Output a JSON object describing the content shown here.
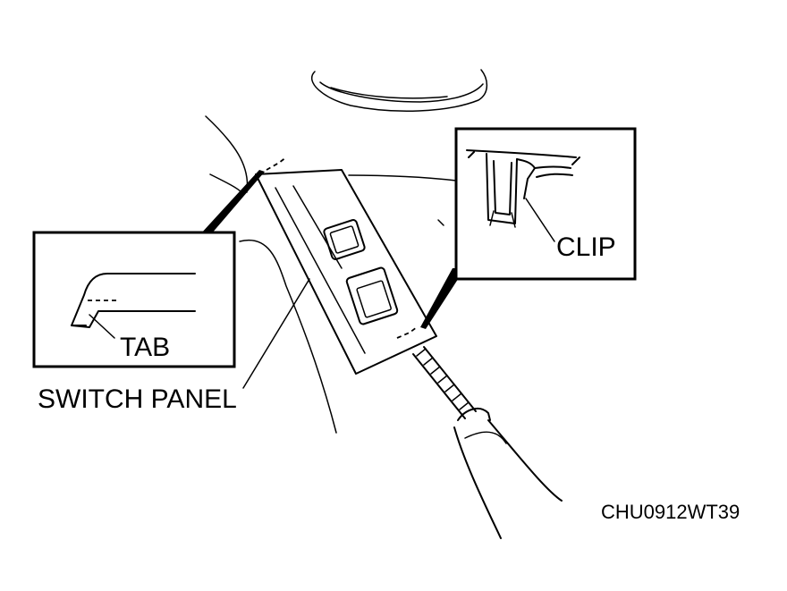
{
  "labels": {
    "clip": "CLIP",
    "tab": "TAB",
    "switch_panel": "SWITCH PANEL"
  },
  "figure_code": "CHU0912WT39"
}
